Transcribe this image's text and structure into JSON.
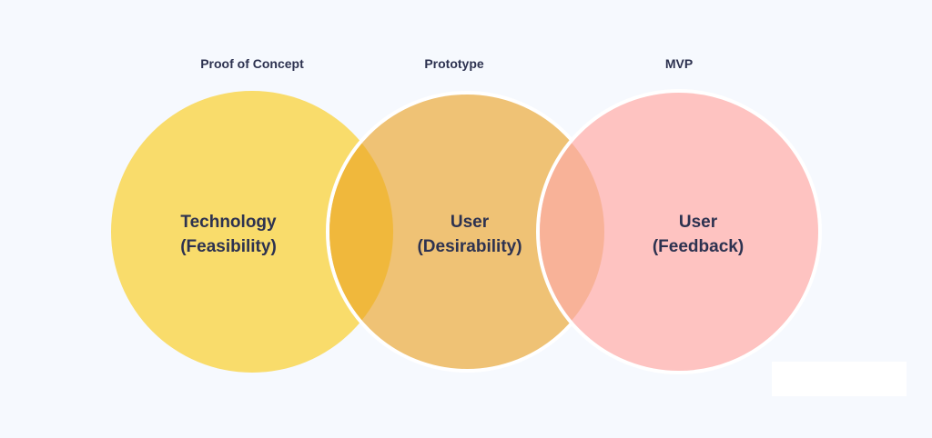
{
  "colors": {
    "background": "#f6f9fe",
    "technology": "#f9dc6b",
    "prototype": "#efc275",
    "mvp": "#fec3c1",
    "overlap_left": "#f0b83c",
    "overlap_right": "#f8b298",
    "text": "#2d3250"
  },
  "stages": [
    {
      "label": "Proof of Concept",
      "line1": "Technology",
      "line2": "(Feasibility)"
    },
    {
      "label": "Prototype",
      "line1": "User",
      "line2": "(Desirability)"
    },
    {
      "label": "MVP",
      "line1": "User",
      "line2": "(Feedback)"
    }
  ]
}
